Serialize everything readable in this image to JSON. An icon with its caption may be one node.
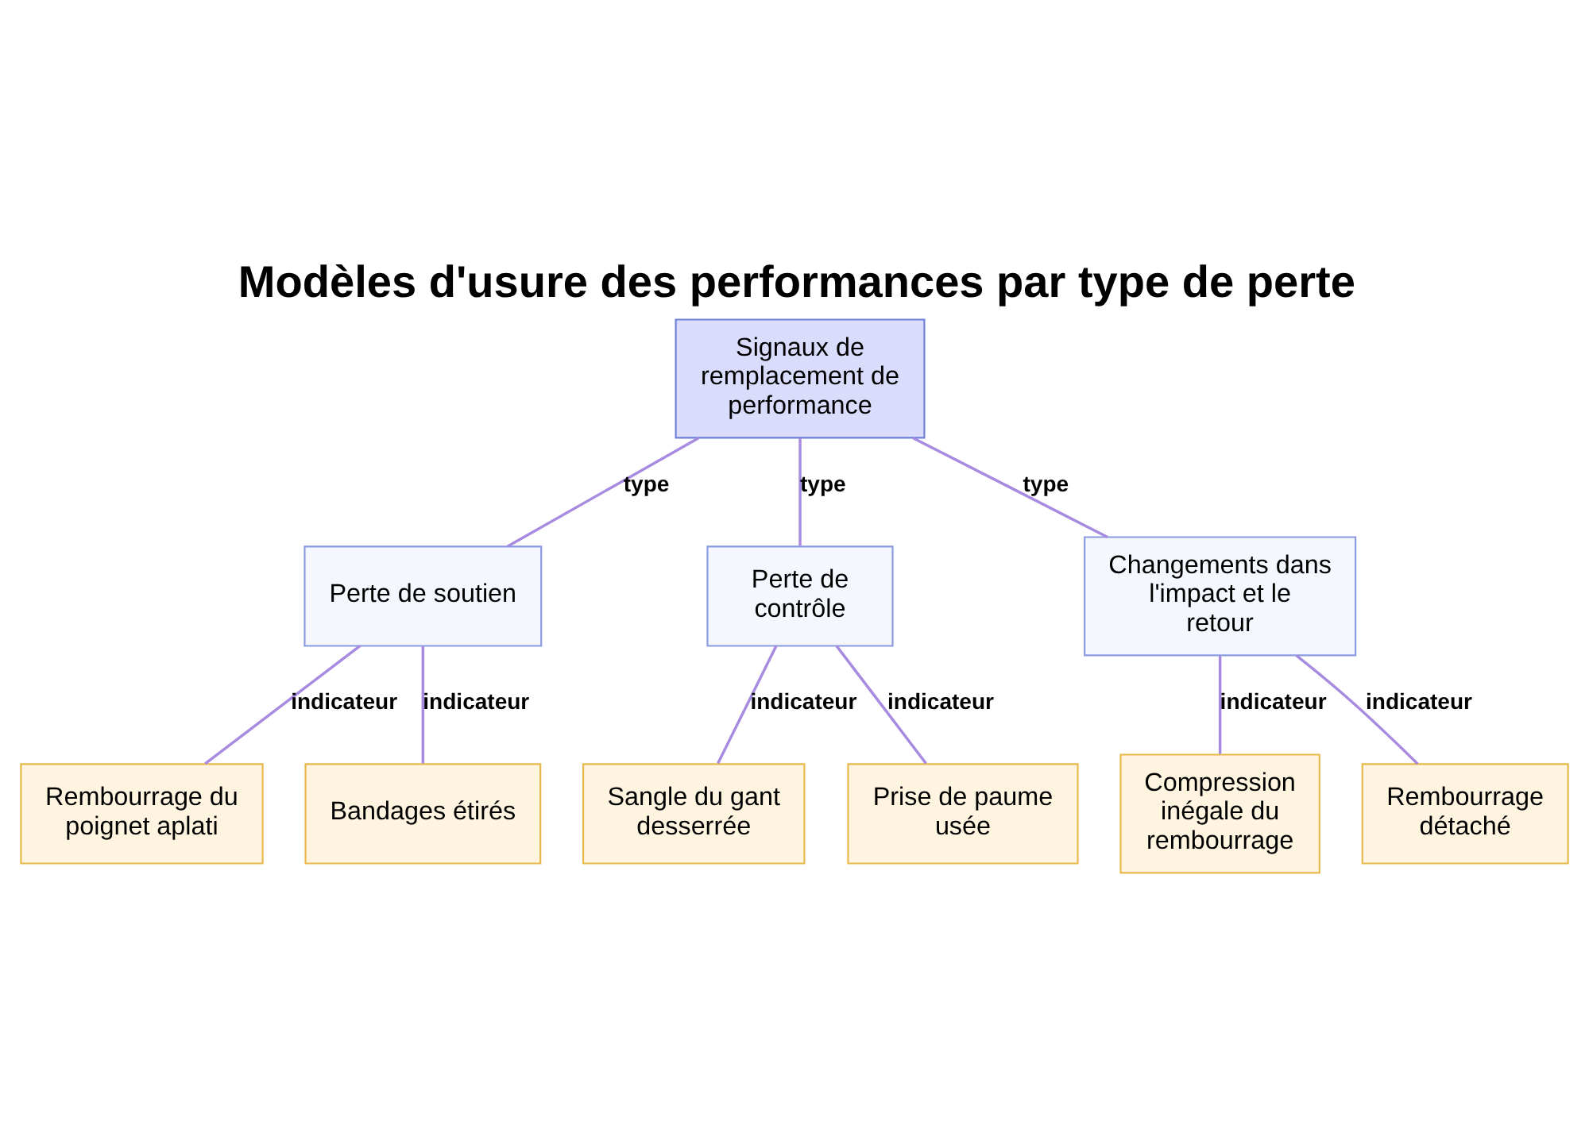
{
  "diagram": {
    "title": "Modèles d'usure des performances par type de perte",
    "nodes": [
      {
        "text": [
          "Signaux de remplacement de performance"
        ]
      },
      {
        "text": [
          "Perte de soutien"
        ]
      },
      {
        "text": [
          "Perte de contrôle"
        ]
      },
      {
        "text": [
          "Changements dans l'impact et le retour"
        ]
      },
      {
        "text": [
          "Rembourrage du poignet aplati"
        ]
      },
      {
        "text": [
          "Bandages étirés"
        ]
      },
      {
        "text": [
          "Sangle du gant desserrée"
        ]
      },
      {
        "text": [
          "Prise de paume usée"
        ]
      },
      {
        "text": [
          "Compression inégale du rembourrage"
        ]
      },
      {
        "text": [
          "Rembourrage détaché"
        ]
      }
    ],
    "edges": [
      {
        "from": 0,
        "to": 1,
        "arrow": "none",
        "label": "type"
      },
      {
        "from": 0,
        "to": 2,
        "arrow": "none",
        "label": "type"
      },
      {
        "from": 0,
        "to": 3,
        "arrow": "none",
        "label": "type"
      },
      {
        "from": 1,
        "to": 4,
        "arrow": "none",
        "label": "indicateur"
      },
      {
        "from": 1,
        "to": 5,
        "arrow": "none",
        "label": "indicateur"
      },
      {
        "from": 2,
        "to": 6,
        "arrow": "none",
        "label": "indicateur"
      },
      {
        "from": 2,
        "to": 7,
        "arrow": "none",
        "label": "indicateur"
      },
      {
        "from": 3,
        "to": 8,
        "arrow": "none",
        "label": "indicateur"
      },
      {
        "from": 3,
        "to": 9,
        "arrow": "none",
        "label": "indicateur"
      }
    ]
  }
}
